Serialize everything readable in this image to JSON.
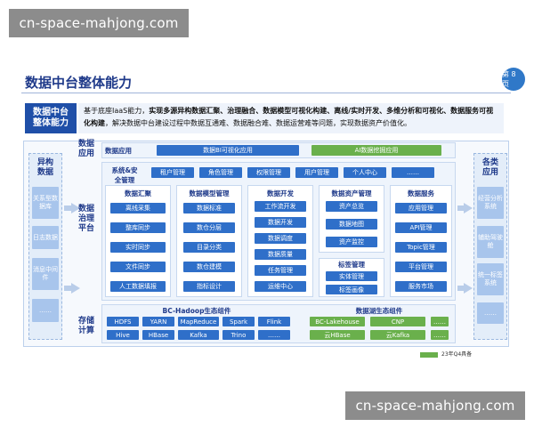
{
  "watermark": "cn-space-mahjong.com",
  "header": {
    "title": "数据中台整体能力",
    "page_label": "第 8 页"
  },
  "intro": {
    "label_line1": "数据中台",
    "label_line2": "整体能力",
    "text_a": "基于底座IaaS能力，",
    "text_b": "实现多源异构数据汇聚、治理融合、数据模型可视化构建、离线/实时开发、多维分析和可视化、数据服务可视化构建",
    "text_c": "，解决数据中台建设过程中数据互通难、数据融合难、数据运营难等问题，实现数据资产价值化。"
  },
  "left": {
    "head_line1": "异构",
    "head_line2": "数据",
    "items": [
      "关系型数据库",
      "日志数据",
      "消息中间件",
      "……"
    ]
  },
  "right": {
    "head_line1": "各类",
    "head_line2": "应用",
    "items": [
      "经营分析系统",
      "辅助驾驶舱",
      "统一标签系统",
      "……"
    ]
  },
  "app_layer": {
    "label_line1": "数据",
    "label_line2": "应用",
    "name": "数据应用",
    "bi": "数据BI可视化应用",
    "ai": "AI数据挖掘应用"
  },
  "gov": {
    "label_line1": "数据",
    "label_line2": "治理",
    "label_line3": "平台",
    "sys": {
      "title_line1": "系统&安",
      "title_line2": "全管理",
      "items": [
        "租户管理",
        "角色管理",
        "权限管理",
        "用户管理",
        "个人中心",
        "……"
      ]
    },
    "collect": {
      "title": "数据汇聚",
      "items": [
        "离线采集",
        "整库同步",
        "实时同步",
        "文件同步",
        "人工数据填报"
      ]
    },
    "model": {
      "title": "数据模型管理",
      "items": [
        "数据标准",
        "数仓分层",
        "目录分类",
        "数仓建模",
        "指标设计"
      ]
    },
    "dev": {
      "title": "数据开发",
      "items": [
        "工作流开发",
        "数据开发",
        "数据调度",
        "数据质量",
        "任务管理",
        "运维中心"
      ]
    },
    "asset": {
      "title": "数据资产管理",
      "items": [
        "资产总览",
        "数据地图",
        "资产监控"
      ]
    },
    "tag": {
      "title": "标签管理",
      "items": [
        "实体管理",
        "标签画像"
      ]
    },
    "service": {
      "title": "数据服务",
      "items": [
        "应用管理",
        "API管理",
        "Topic管理",
        "平台管理",
        "服务市场"
      ]
    }
  },
  "storage": {
    "label_line1": "存储",
    "label_line2": "计算",
    "hadoop": {
      "title": "BC-Hadoop生态组件",
      "row1": [
        "HDFS",
        "YARN",
        "MapReduce",
        "Spark",
        "Flink"
      ],
      "row2": [
        "Hive",
        "HBase",
        "Kafka",
        "Trino",
        "……"
      ]
    },
    "lake": {
      "title": "数据湖生态组件",
      "row1": [
        "BC-Lakehouse",
        "CNP",
        "……"
      ],
      "row2": [
        "云HBase",
        "云Kafka",
        "……"
      ]
    }
  },
  "legend": {
    "text": "23年Q4具备",
    "color": "#6ab04c"
  },
  "colors": {
    "primary": "#2f6fc9",
    "green": "#6ab04c",
    "side_box": "#a8c5ec",
    "title": "#1f3a8a"
  }
}
